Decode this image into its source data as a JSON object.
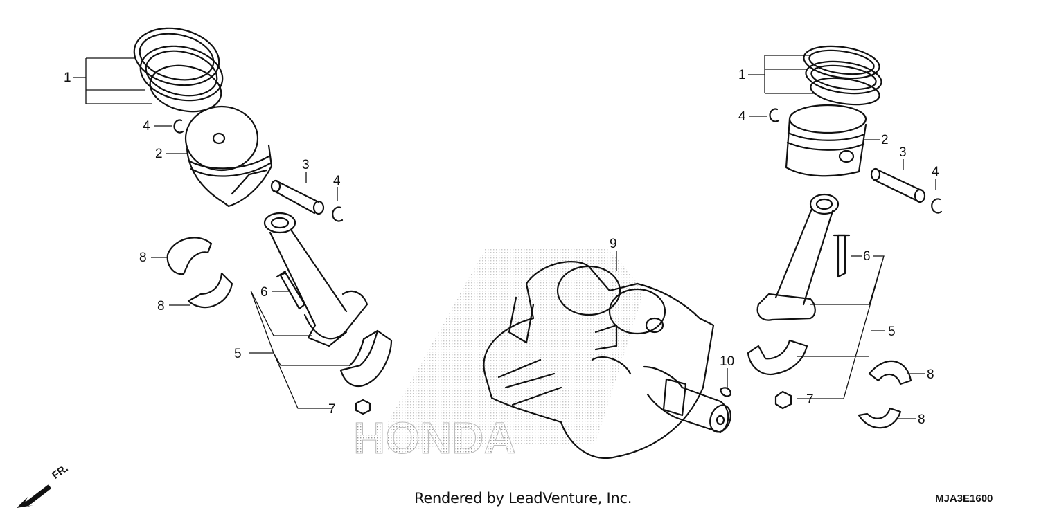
{
  "callouts": {
    "piston_ring_set": "1",
    "piston": "2",
    "piston_pin": "3",
    "pin_clip": "4",
    "connecting_rod": "5",
    "rod_bolt": "6",
    "rod_nut": "7",
    "rod_bearing": "8",
    "crankshaft": "9",
    "woodruff_key": "10"
  },
  "watermark": "HONDA",
  "direction_label": "FR.",
  "footer_credit": "Rendered by LeadVenture, Inc.",
  "diagram_code": "MJA3E1600"
}
